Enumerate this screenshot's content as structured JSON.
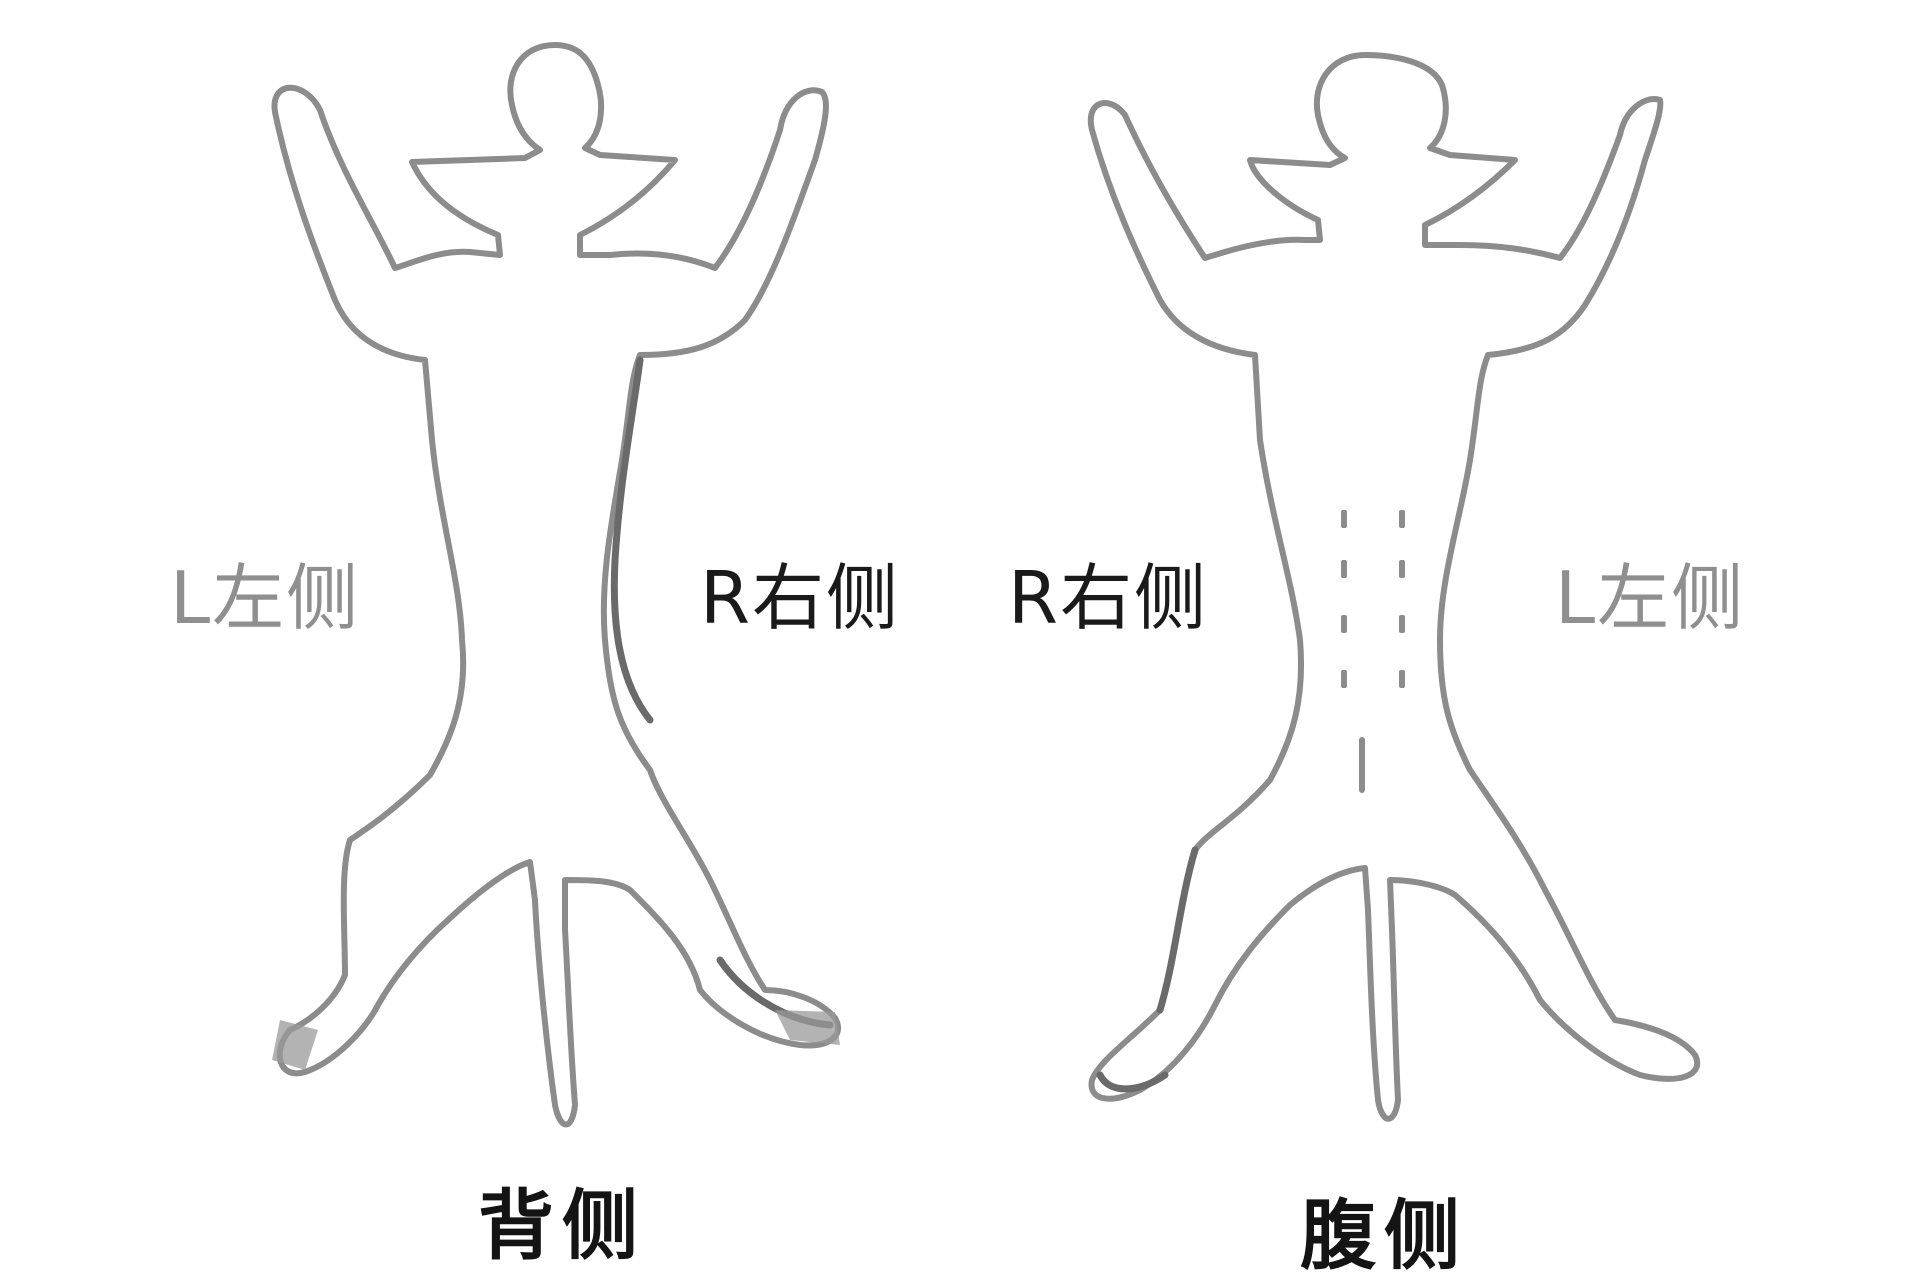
{
  "dorsal_view": {
    "left_label": "L左侧",
    "right_label": "R右侧",
    "caption": "背侧"
  },
  "ventral_view": {
    "left_label": "R右侧",
    "right_label": "L左侧",
    "caption": "腹侧"
  },
  "colors": {
    "outline": "#8c8c8c",
    "dark_label": "#1a1a1a",
    "light_label": "#8f8f8f"
  }
}
